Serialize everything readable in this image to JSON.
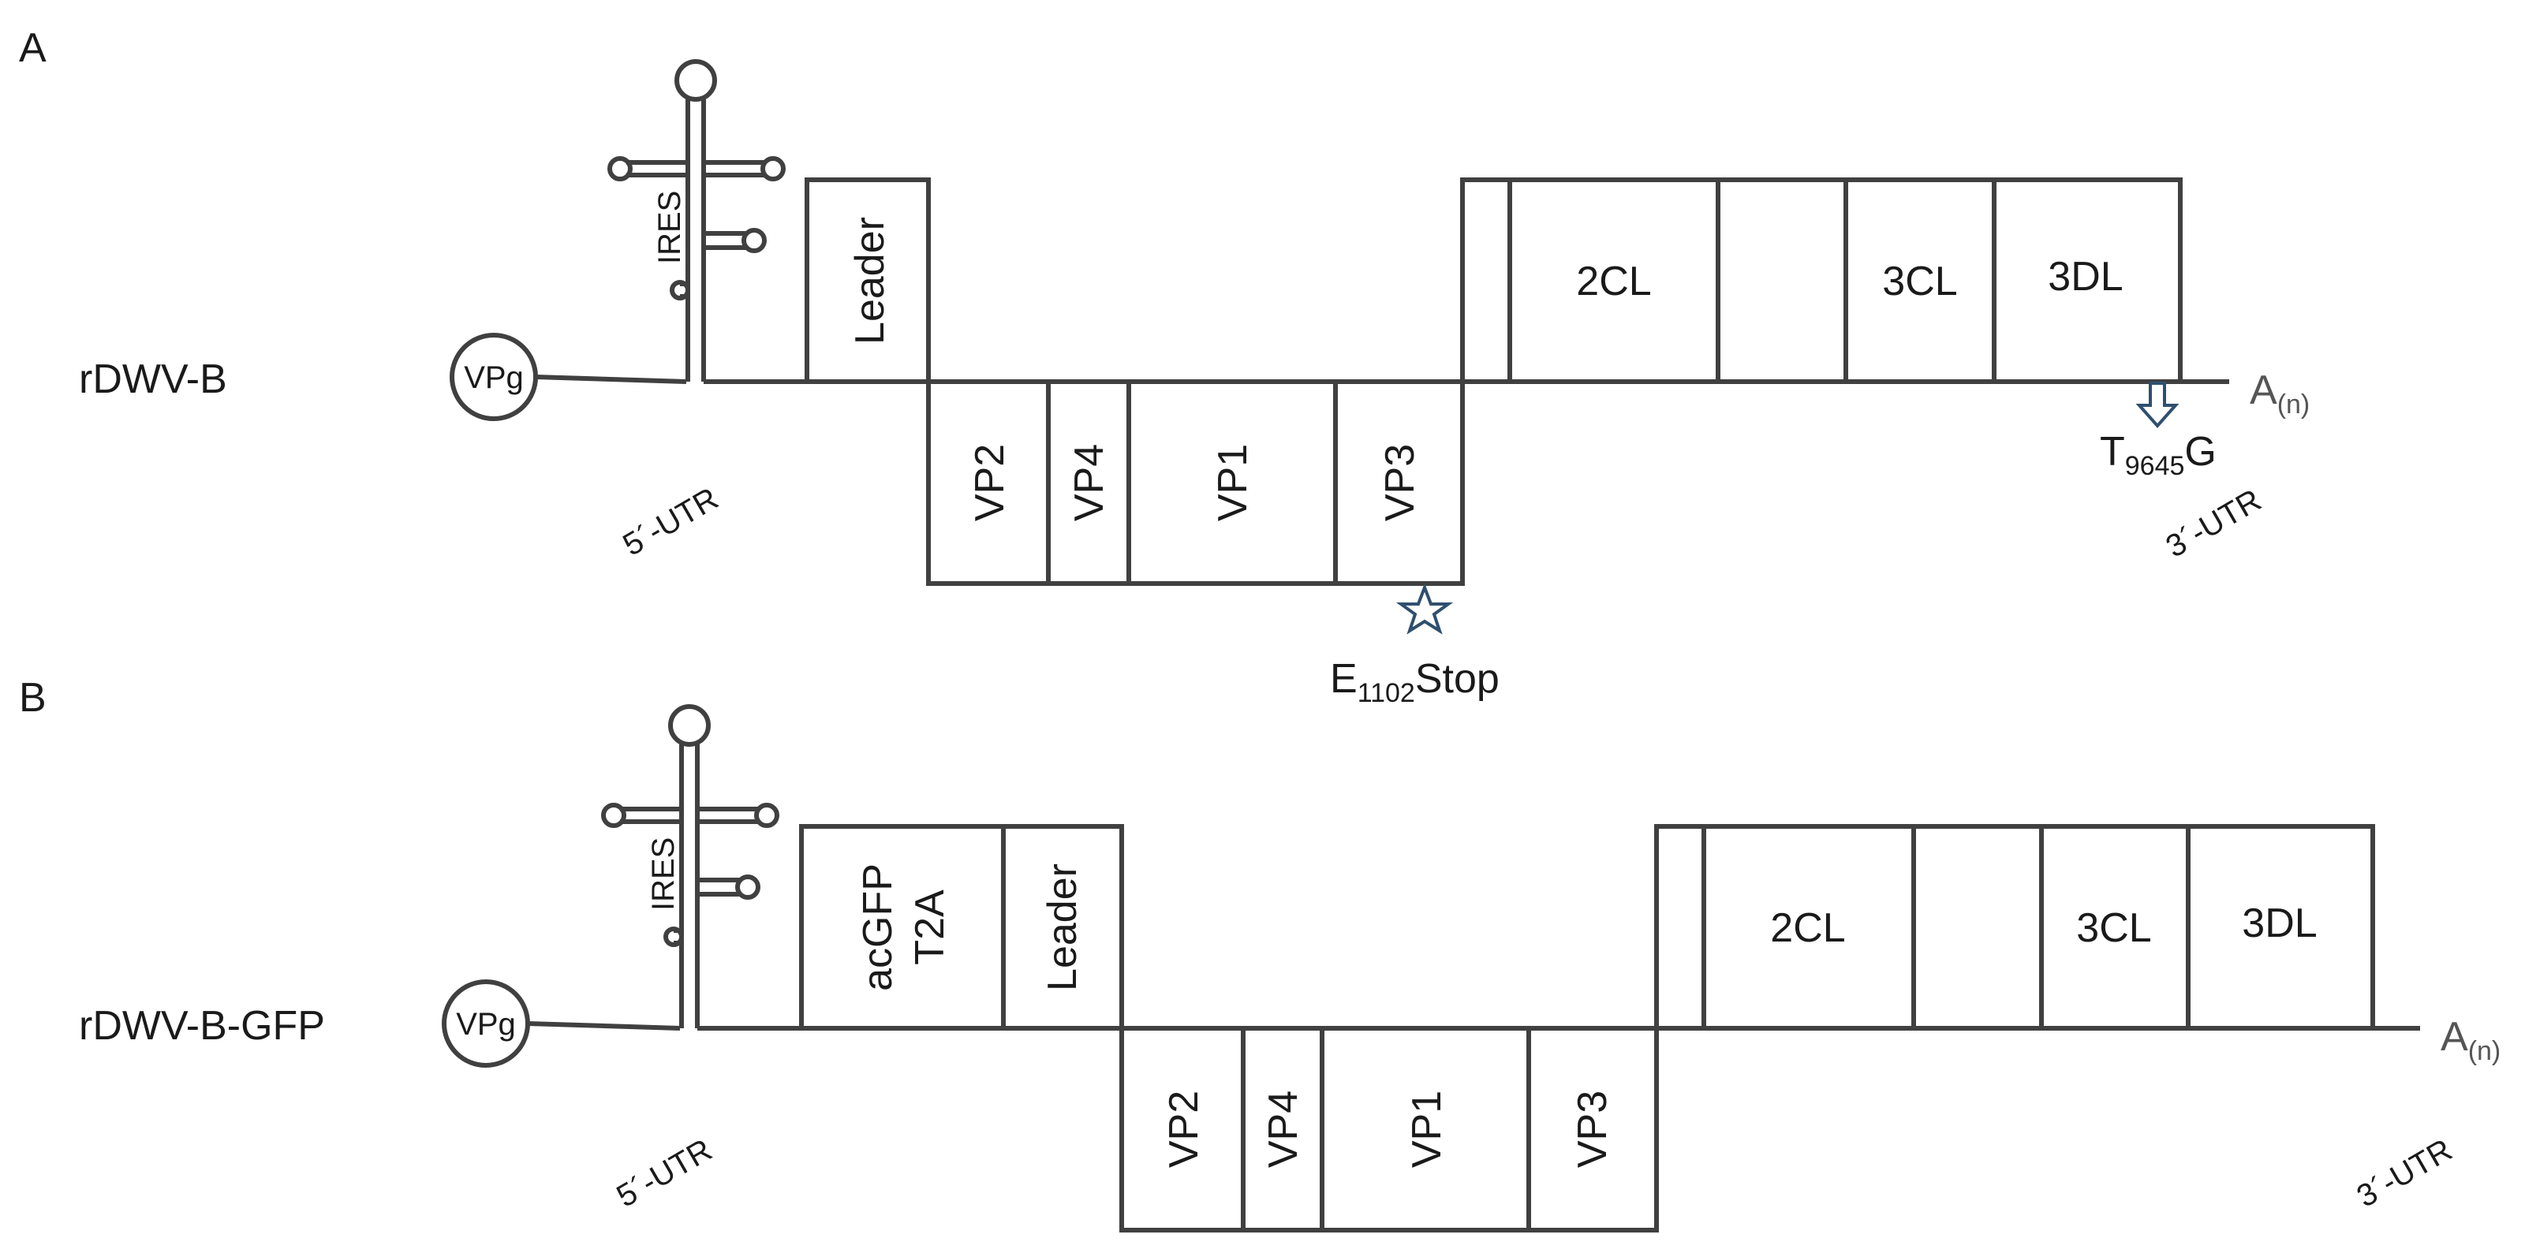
{
  "panel_a": {
    "letter": "A",
    "construct": "rDWV-B",
    "vpg": "VPg",
    "ires": "IRES",
    "utr5": "5´-UTR",
    "utr3": "3´-UTR",
    "polya": "A",
    "polya_sub": "(n)",
    "boxes": {
      "leader": "Leader",
      "vp2": "VP2",
      "vp4": "VP4",
      "vp1": "VP1",
      "vp3": "VP3",
      "c2cl": "2CL",
      "c3cl": "3CL",
      "c3dl": "3DL"
    },
    "mutation_stop": {
      "base": "E",
      "sub": "1102",
      "rest": "Stop"
    },
    "mutation_point": {
      "base": "T",
      "sub": "9645",
      "rest": "G"
    }
  },
  "panel_b": {
    "letter": "B",
    "construct": "rDWV-B-GFP",
    "vpg": "VPg",
    "ires": "IRES",
    "utr5": "5´-UTR",
    "utr3": "3´-UTR",
    "polya": "A",
    "polya_sub": "(n)",
    "boxes": {
      "acgfp_line1": "acGFP",
      "acgfp_line2": "T2A",
      "leader": "Leader",
      "vp2": "VP2",
      "vp4": "VP4",
      "vp1": "VP1",
      "vp3": "VP3",
      "c2cl": "2CL",
      "c3cl": "3CL",
      "c3dl": "3DL"
    }
  },
  "colors": {
    "line": "#404040",
    "marker": "#2f4f6f"
  }
}
